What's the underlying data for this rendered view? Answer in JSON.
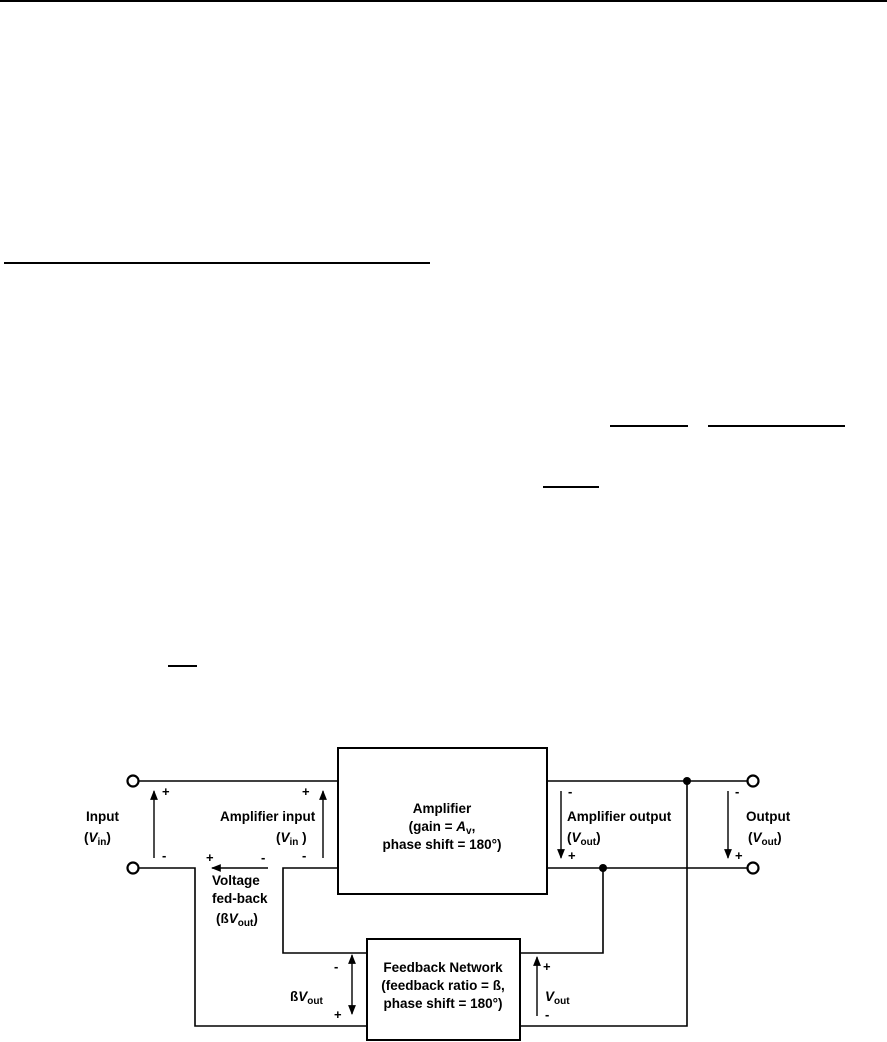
{
  "diagram": {
    "input_label": "Input",
    "input_v": "V",
    "input_sub": "in",
    "amp_input_label": "Amplifier input",
    "amp_input_v": "V",
    "amp_input_sub": "in",
    "voltage_fb_1": "Voltage",
    "voltage_fb_2": "fed-back",
    "voltage_fb_beta": "ß",
    "voltage_fb_v": "V",
    "voltage_fb_sub": "out",
    "amp_title": "Amplifier",
    "amp_gain_pre": "(gain = ",
    "amp_gain_a": "A",
    "amp_gain_sub": "v",
    "amp_gain_post": ",",
    "amp_phase": "phase shift = 180°)",
    "amp_output_label": "Amplifier output",
    "amp_output_v": "V",
    "amp_output_sub": "out",
    "output_label": "Output",
    "output_v": "V",
    "output_sub": "out",
    "fb_title": "Feedback Network",
    "fb_ratio": "(feedback ratio = ß,",
    "fb_phase": "phase shift = 180°)",
    "fb_left_beta": "ß",
    "fb_left_v": "V",
    "fb_left_sub": "out",
    "fb_right_v": "V",
    "fb_right_sub": "out",
    "plus": "+",
    "minus": "-"
  }
}
